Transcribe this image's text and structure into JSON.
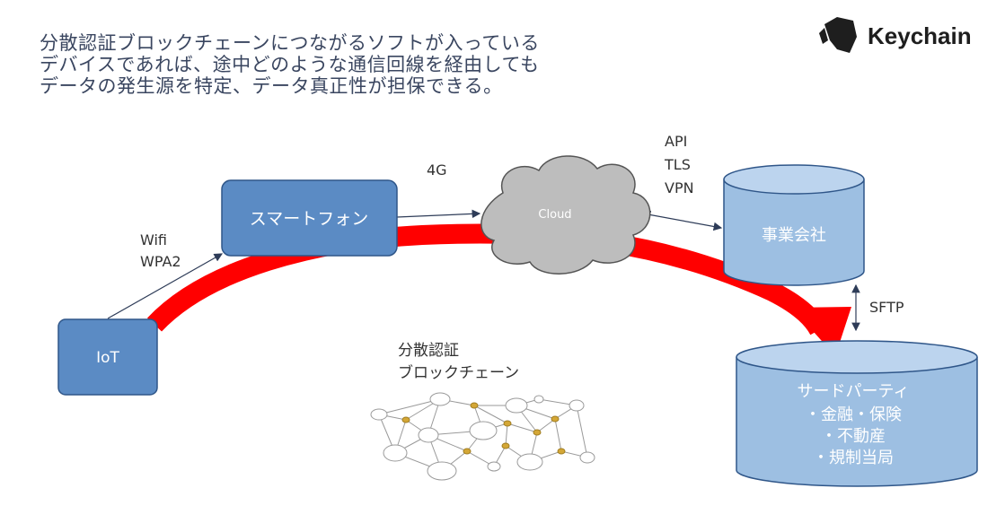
{
  "headline": [
    "分散認証ブロックチェーンにつながるソフトが入っている",
    "デバイスであれば、途中どのような通信回線を経由しても",
    "データの発生源を特定、データ真正性が担保できる。"
  ],
  "logo": {
    "text": "Keychain",
    "icon": "keychain-logo-icon"
  },
  "nodes": {
    "iot": "IoT",
    "smartphone": "スマートフォン",
    "cloud": "Cloud",
    "company": "事業会社",
    "third_party": {
      "title": "サードパーティ",
      "items": [
        "・金融・保険",
        "・不動産",
        "・規制当局"
      ]
    }
  },
  "links": {
    "iot_phone": [
      "Wifi",
      "WPA2"
    ],
    "phone_cloud": "4G",
    "cloud_company": [
      "API",
      "TLS",
      "VPN"
    ],
    "company_third": "SFTP"
  },
  "network": {
    "label": [
      "分散認証",
      "ブロックチェーン"
    ]
  },
  "colors": {
    "box_fill": "#5b8bc4",
    "box_stroke": "#2f5689",
    "cyl_fill": "#9dbfe2",
    "cyl_top": "#bcd4ee",
    "cloud_fill": "#bdbdbd",
    "arrow_red": "#ff0000",
    "headline": "#3a4660",
    "node_gold": "#d4a736"
  }
}
